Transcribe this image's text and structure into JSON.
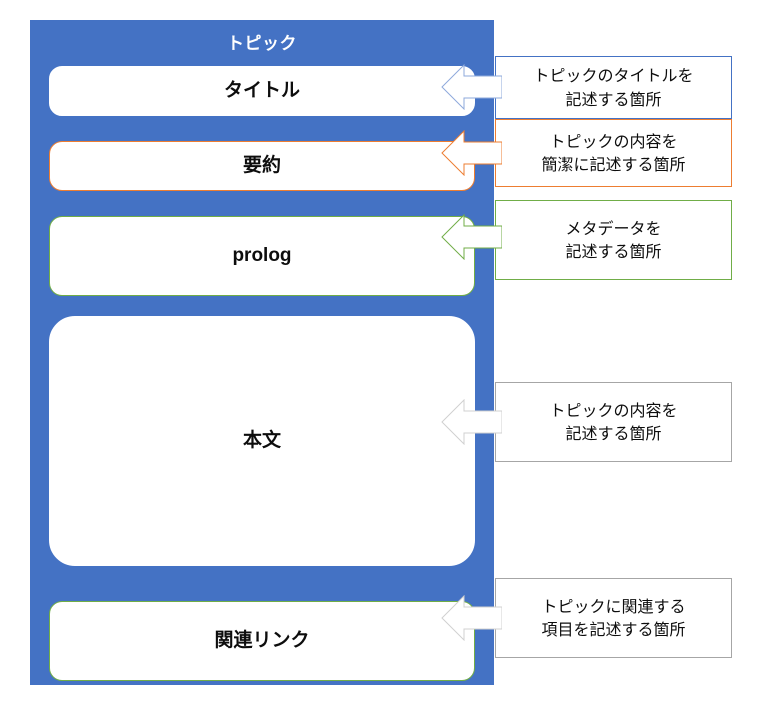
{
  "diagram": {
    "title": "トピック",
    "colors": {
      "container_blue": "#4472C4",
      "orange": "#ED7D31",
      "green": "#70AD47",
      "gray": "#A6A6A6",
      "white": "#FFFFFF"
    },
    "sections": [
      {
        "label": "タイトル",
        "border_color": "#FFFFFF"
      },
      {
        "label": "要約",
        "border_color": "#ED7D31"
      },
      {
        "label": "prolog",
        "border_color": "#70AD47"
      },
      {
        "label": "本文",
        "border_color": "#FFFFFF"
      },
      {
        "label": "関連リンク",
        "border_color": "#70AD47"
      }
    ],
    "notes": [
      {
        "line1": "トピックのタイトルを",
        "line2": "記述する箇所",
        "border_color": "#4472C4"
      },
      {
        "line1": "トピックの内容を",
        "line2": "簡潔に記述する箇所",
        "border_color": "#ED7D31"
      },
      {
        "line1": "メタデータを",
        "line2": "記述する箇所",
        "border_color": "#70AD47"
      },
      {
        "line1": "トピックの内容を",
        "line2": "記述する箇所",
        "border_color": "#A6A6A6"
      },
      {
        "line1": "トピックに関連する",
        "line2": "項目を記述する箇所",
        "border_color": "#A6A6A6"
      }
    ]
  }
}
